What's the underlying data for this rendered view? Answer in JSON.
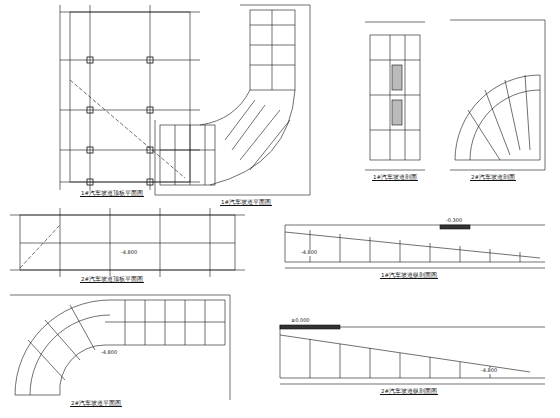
{
  "diagram": {
    "labels": [
      "1#汽车坡道顶板平面图",
      "1#汽车坡道平面图",
      "1#汽车坡道剖面",
      "2#汽车坡道剖面",
      "2#汽车坡道顶板平面图",
      "1#汽车坡道纵剖面图",
      "2#汽车坡道平面图",
      "2#汽车坡道纵剖面图",
      "-4.800",
      "-4.800",
      "-0.300",
      "-4.800",
      "±0.000",
      "-4.800"
    ]
  }
}
